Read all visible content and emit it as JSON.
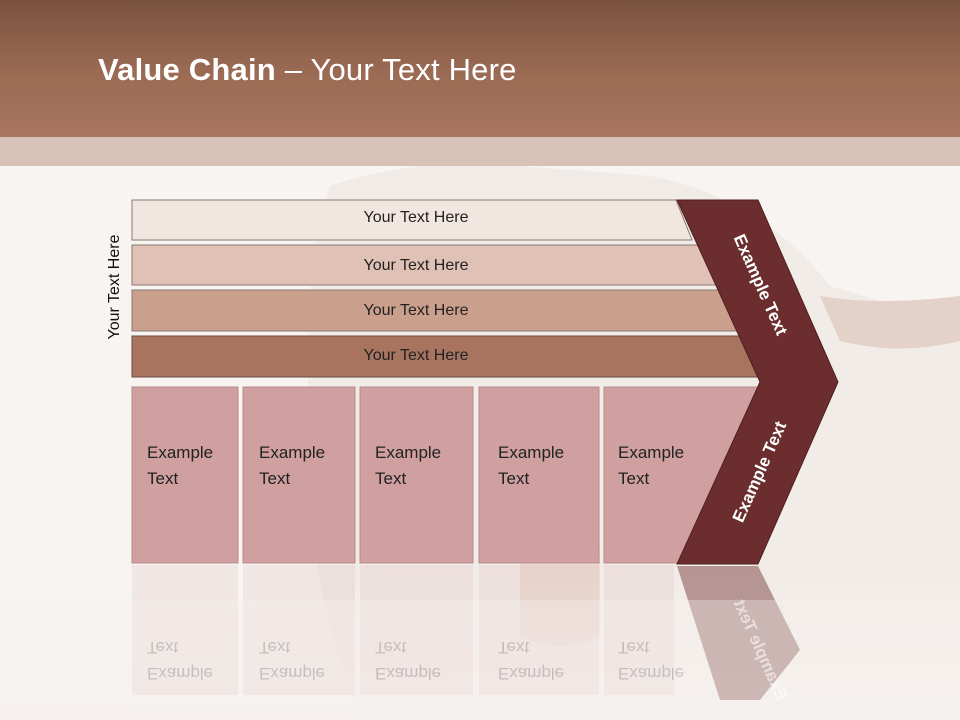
{
  "title": {
    "bold": "Value Chain",
    "rest": " – Your Text Here"
  },
  "side_label": "Your Text Here",
  "bars": [
    {
      "label": "Your Text Here",
      "color": "#f2e6e0"
    },
    {
      "label": "Your Text Here",
      "color": "#dfc2b5"
    },
    {
      "label": "Your Text Here",
      "color": "#caa08d"
    },
    {
      "label": "Your Text Here",
      "color": "#a87460"
    }
  ],
  "columns": [
    {
      "line1": "Example",
      "line2": "Text"
    },
    {
      "line1": "Example",
      "line2": "Text"
    },
    {
      "line1": "Example",
      "line2": "Text"
    },
    {
      "line1": "Example",
      "line2": "Text"
    },
    {
      "line1": "Example",
      "line2": "Text"
    }
  ],
  "chevron": {
    "upper": "Example Text",
    "lower": "Example Text",
    "color": "#6b2d2e"
  },
  "colors": {
    "column": "#d09fa0",
    "column_border": "#b98a8b"
  }
}
